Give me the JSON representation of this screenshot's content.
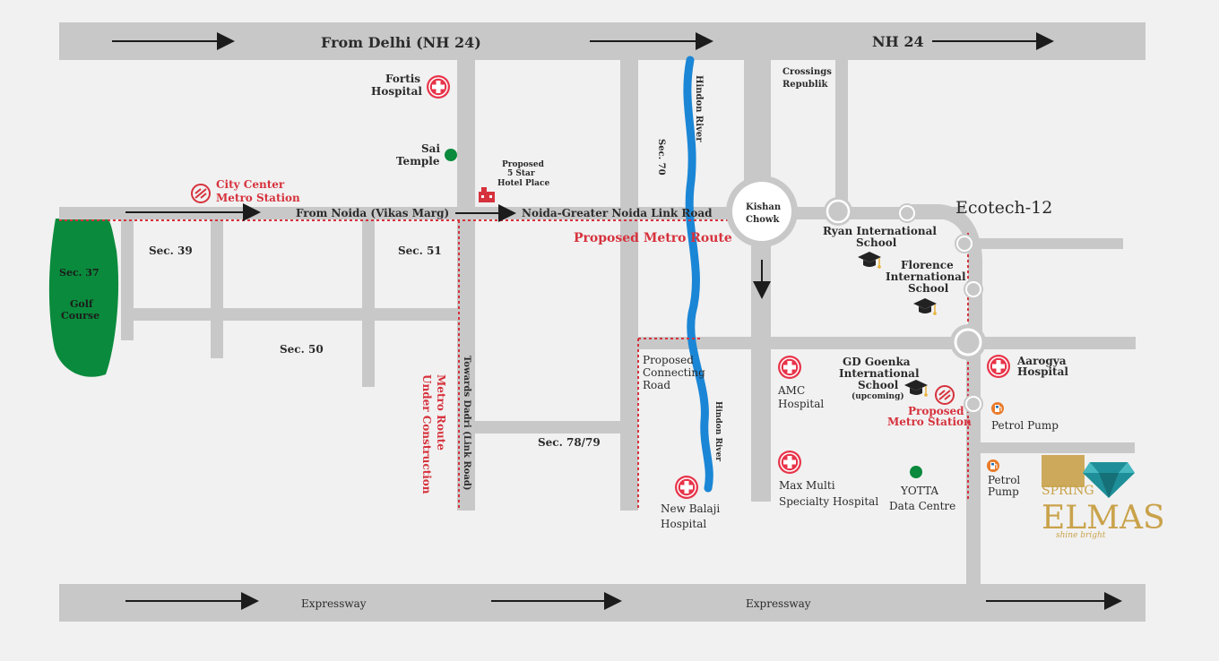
{
  "colors": {
    "background": "#f1f1f1",
    "road": "#c8c8c8",
    "river": "#1b86d6",
    "metro": "#d6323d",
    "green": "#0a8a3c",
    "brand_gold": "#c9a24a",
    "brand_teal": "#1e8f98"
  },
  "roads": {
    "nh24_top_left": "From Delhi (NH 24)",
    "nh24_top_right": "NH 24",
    "vikas_marg": "From Noida (Vikas Marg)",
    "link_road": "Noida-Greater Noida Link Road",
    "expressway_left": "Expressway",
    "expressway_right": "Expressway",
    "dadri_road": "Towards Dadri (Link Road)",
    "connecting_road": [
      "Proposed",
      "Connecting",
      "Road"
    ]
  },
  "sectors": {
    "sec37": "Sec. 37",
    "golf": [
      "Golf",
      "Course"
    ],
    "sec39": "Sec. 39",
    "sec50": "Sec. 50",
    "sec51": "Sec. 51",
    "sec70": "Sec. 70",
    "sec7879": "Sec. 78/79",
    "ecotech": "Ecotech-12",
    "crossings": [
      "Crossings",
      "Republik"
    ]
  },
  "river": {
    "label_top": "Hindon River",
    "label_bottom": "Hindon River"
  },
  "metro": {
    "city_center": [
      "City Center",
      "Metro Station"
    ],
    "proposed_route": "Proposed Metro Route",
    "under_construction": [
      "Metro Route",
      "Under Construction"
    ],
    "proposed_station": [
      "Proposed",
      "Metro Station"
    ]
  },
  "landmarks": {
    "fortis": [
      "Fortis",
      "Hospital"
    ],
    "sai_temple": [
      "Sai",
      "Temple"
    ],
    "hotel": [
      "Proposed",
      "5 Star",
      "Hotel Place"
    ],
    "kishan_chowk": [
      "Kishan",
      "Chowk"
    ],
    "ryan": [
      "Ryan International",
      "School"
    ],
    "florence": [
      "Florence",
      "International",
      "School"
    ],
    "gd_goenka": [
      "GD Goenka",
      "International",
      "School",
      "(upcoming)"
    ],
    "aarogya": [
      "Aarogya",
      "Hospital"
    ],
    "amc": [
      "AMC",
      "Hospital"
    ],
    "petrol1": "Petrol Pump",
    "petrol2": [
      "Petrol",
      "Pump"
    ],
    "max": [
      "Max Multi",
      "Specialty Hospital"
    ],
    "yotta": [
      "YOTTA",
      "Data Centre"
    ],
    "new_balaji": [
      "New Balaji",
      "Hospital"
    ]
  },
  "brand": {
    "line1": "SPRING",
    "line2": "ELMAS",
    "tagline": "shine bright"
  },
  "icons": {
    "hospital": "hospital-cross-icon",
    "school": "graduation-cap-icon",
    "metro": "metro-icon",
    "temple": "dot-icon",
    "hotel": "hotel-icon",
    "fuel": "fuel-pump-icon",
    "roundabout": "roundabout-icon",
    "arrow": "arrow-right-icon",
    "diamond": "diamond-icon"
  }
}
